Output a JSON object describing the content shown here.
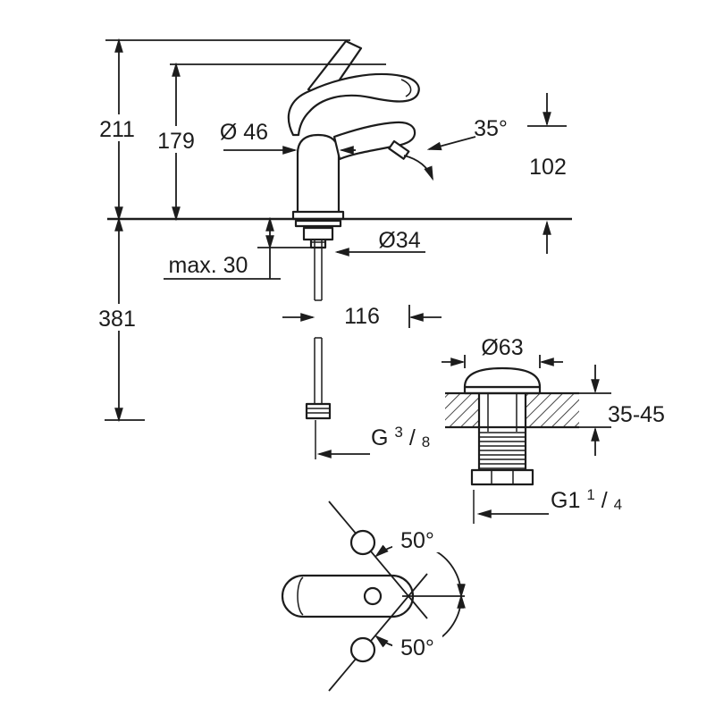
{
  "drawing_title": "single-lever-basin-mixer-technical-drawing",
  "colors": {
    "line": "#1c1c1c",
    "background": "#ffffff"
  },
  "front": {
    "total_height": "211",
    "open_height": "179",
    "base_diameter": "Ø 46",
    "spout_angle": "35°",
    "spout_height": "102",
    "max_deck": "max. 30",
    "hole_diameter": "Ø34",
    "install_depth": "381",
    "projection": "116",
    "supply_thread": {
      "prefix": "G",
      "numerator": "3",
      "slash": "/",
      "denominator": "8"
    }
  },
  "waste": {
    "flange_diameter": "Ø63",
    "deck_range": "35-45",
    "thread": {
      "prefix": "G1",
      "numerator": "1",
      "slash": "/",
      "denominator": "4"
    }
  },
  "top": {
    "swing_up": "50°",
    "swing_down": "50°"
  }
}
